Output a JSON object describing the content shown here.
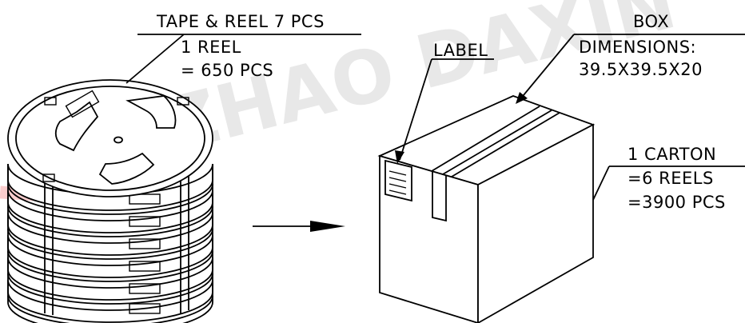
{
  "watermark": {
    "line1": "ZHAO DAXIN"
  },
  "labels": {
    "tape_reel": "TAPE & REEL 7 PCS",
    "reel_line1": "1 REEL",
    "reel_line2": "= 650 PCS",
    "label": "LABEL",
    "box": "BOX",
    "dims_line1": "DIMENSIONS:",
    "dims_line2": "39.5X39.5X20",
    "carton_line1": "1 CARTON",
    "carton_line2": "=6 REELS",
    "carton_line3": "=3900 PCS"
  },
  "colors": {
    "ink": "#000000",
    "watermark": "#e8e8e8",
    "accent_stripe": "#f07070"
  }
}
